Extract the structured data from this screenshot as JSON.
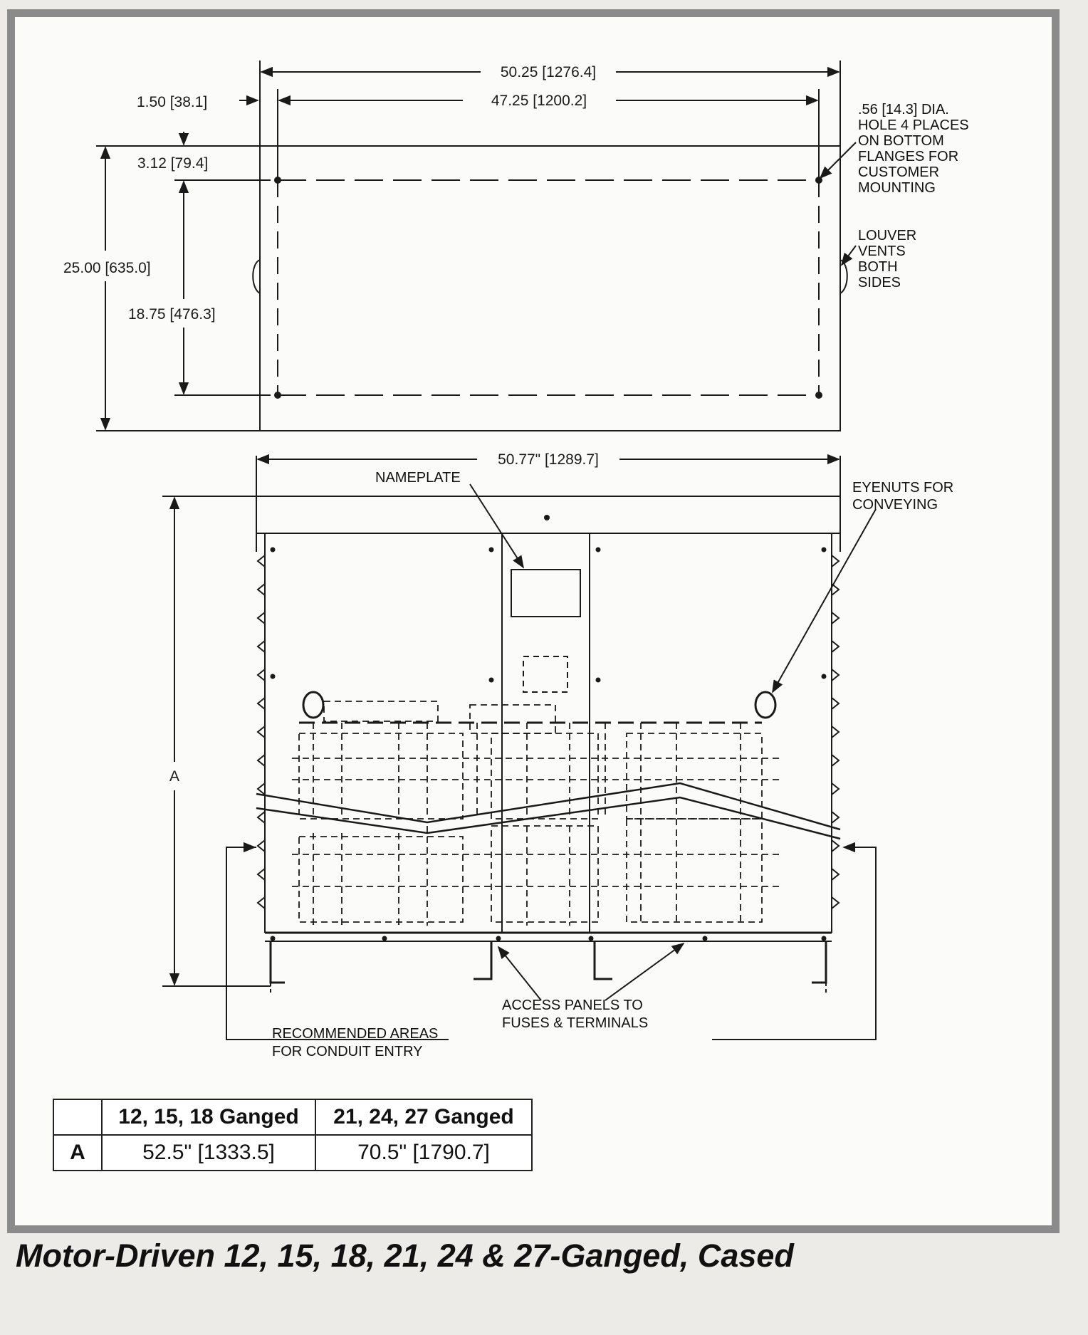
{
  "top_view": {
    "overall_width": "50.25 [1276.4]",
    "hole_spacing_width": "47.25 [1200.2]",
    "left_offset": "1.50 [38.1]",
    "top_offset": "3.12 [79.4]",
    "overall_depth": "25.00 [635.0]",
    "hole_spacing_depth": "18.75 [476.3]",
    "hole_note": [
      ".56 [14.3] DIA.",
      "HOLE 4 PLACES",
      "ON BOTTOM",
      "FLANGES FOR",
      "CUSTOMER",
      "MOUNTING"
    ],
    "louver_note": [
      "LOUVER",
      "VENTS",
      "BOTH",
      "SIDES"
    ]
  },
  "front_view": {
    "width": "50.77\" [1289.7]",
    "nameplate": "NAMEPLATE",
    "eyenuts_note": [
      "EYENUTS FOR",
      "CONVEYING"
    ],
    "height_label": "A",
    "access_note": [
      "ACCESS PANELS TO",
      "FUSES & TERMINALS"
    ],
    "conduit_note": [
      "RECOMMENDED AREAS",
      "FOR CONDUIT ENTRY"
    ]
  },
  "table": {
    "headers": [
      "",
      "12, 15, 18 Ganged",
      "21, 24, 27 Ganged"
    ],
    "rows": [
      {
        "label": "A",
        "values": [
          "52.5\" [1333.5]",
          "70.5\" [1790.7]"
        ]
      }
    ]
  },
  "caption": "Motor-Driven 12, 15, 18, 21, 24 & 27-Ganged, Cased"
}
